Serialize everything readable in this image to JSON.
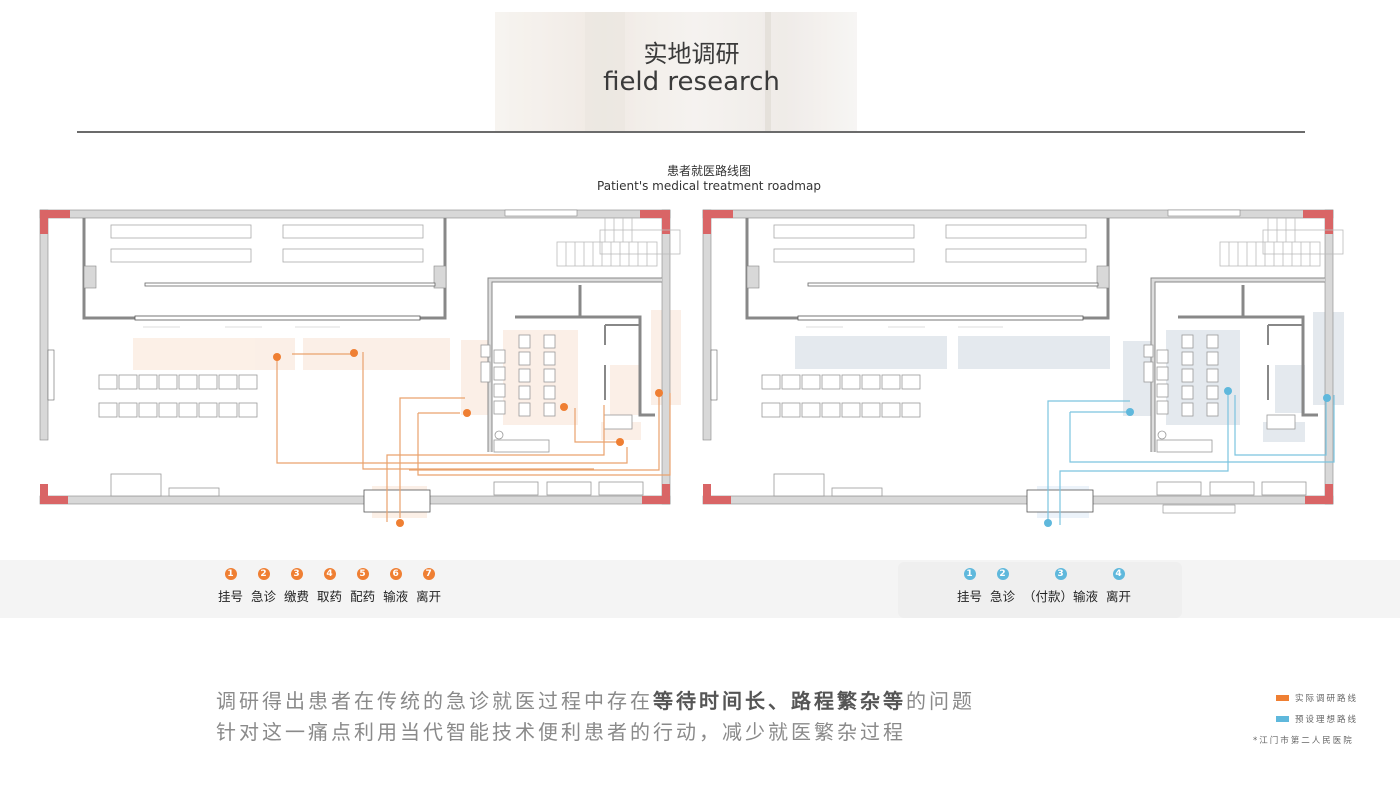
{
  "header": {
    "title_cn": "实地调研",
    "title_en": "field research"
  },
  "map": {
    "title_cn": "患者就医路线图",
    "title_en": "Patient's medical treatment roadmap"
  },
  "colors": {
    "actual_route": "#ef7f33",
    "ideal_route": "#5fb8dc",
    "corner": "#d96566",
    "wall": "#d8d8d8",
    "actual_zone": "#fbede3",
    "ideal_zone": "#e4e9ee"
  },
  "actual_route": {
    "steps": [
      {
        "n": "1",
        "label": "挂号"
      },
      {
        "n": "2",
        "label": "急诊"
      },
      {
        "n": "3",
        "label": "缴费"
      },
      {
        "n": "4",
        "label": "取药"
      },
      {
        "n": "5",
        "label": "配药"
      },
      {
        "n": "6",
        "label": "输液"
      },
      {
        "n": "7",
        "label": "离开"
      }
    ]
  },
  "ideal_route": {
    "steps": [
      {
        "n": "1",
        "label": "挂号"
      },
      {
        "n": "2",
        "label": "急诊"
      },
      {
        "n": "3",
        "label": "（付款）输液"
      },
      {
        "n": "4",
        "label": "离开"
      }
    ]
  },
  "summary": {
    "line1_pre": "调研得出患者在传统的急诊就医过程中存在",
    "line1_bold": "等待时间长、路程繁杂等",
    "line1_post": "的问题",
    "line2": "针对这一痛点利用当代智能技术便利患者的行动，减少就医繁杂过程"
  },
  "key": {
    "actual": "实际调研路线",
    "ideal": "预设理想路线",
    "footnote": "*江门市第二人民医院"
  }
}
